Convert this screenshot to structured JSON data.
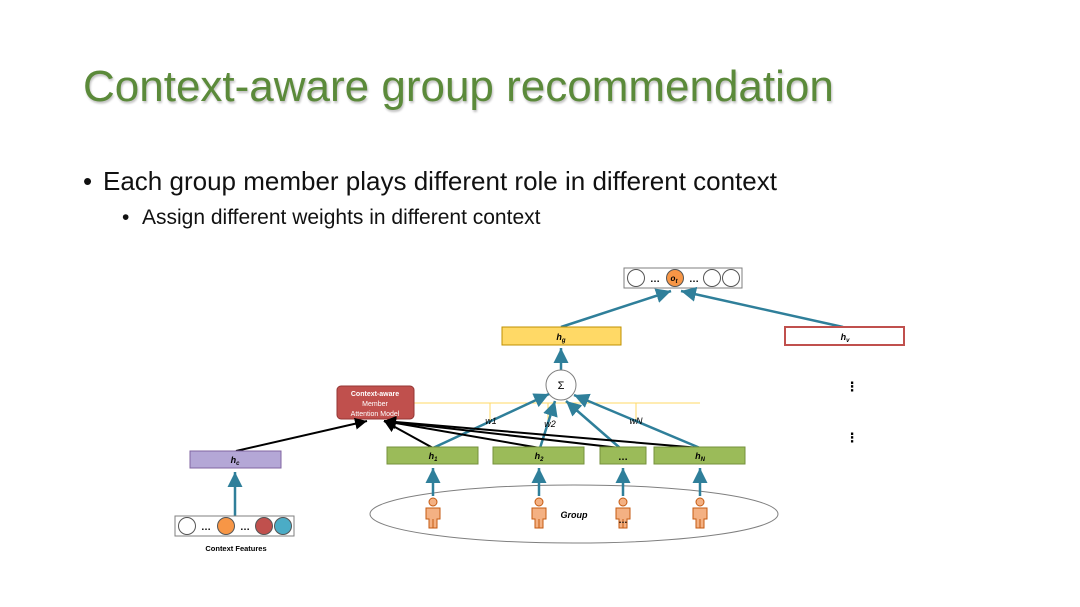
{
  "slide": {
    "title": "Context-aware group recommendation",
    "bullets": [
      {
        "level": 1,
        "text": "Each group member plays different role in different context"
      },
      {
        "level": 2,
        "text": "Assign different weights in different context"
      }
    ]
  },
  "diagram": {
    "output_vector": {
      "ellipsis_left": "…",
      "highlight_label": "o",
      "highlight_sub": "t",
      "ellipsis_right": "…"
    },
    "group_embedding": {
      "label": "h",
      "sub": "g"
    },
    "item_embedding": {
      "label": "h",
      "sub": "v"
    },
    "sum_symbol": "Σ",
    "attention_model": {
      "line1": "Context-aware",
      "line2": "Member",
      "line3": "Attention Model"
    },
    "weights": [
      "w1",
      "w2",
      "wN"
    ],
    "members": [
      {
        "label": "h",
        "sub": "1"
      },
      {
        "label": "h",
        "sub": "2"
      },
      {
        "label": "…",
        "sub": ""
      },
      {
        "label": "h",
        "sub": "N"
      }
    ],
    "context_embedding": {
      "label": "h",
      "sub": "c"
    },
    "context_vector": {
      "ellipsis1": "…",
      "ellipsis2": "…"
    },
    "context_features_label": "Context Features",
    "group_label": "Group",
    "member_ellipsis": "…",
    "vertical_ellipsis_1": "⋮",
    "vertical_ellipsis_2": "⋮",
    "colors": {
      "title": "#5b8a3a",
      "arrow": "#2f7f9a",
      "member_box": "#9bbb59",
      "group_box": "#ffd966",
      "item_box_border": "#c0504d",
      "context_box": "#b4a7d6",
      "attention_box": "#c0504d",
      "orange": "#f79646",
      "red": "#c0504d",
      "teal": "#4bacc6",
      "person": "#f4b183"
    }
  }
}
